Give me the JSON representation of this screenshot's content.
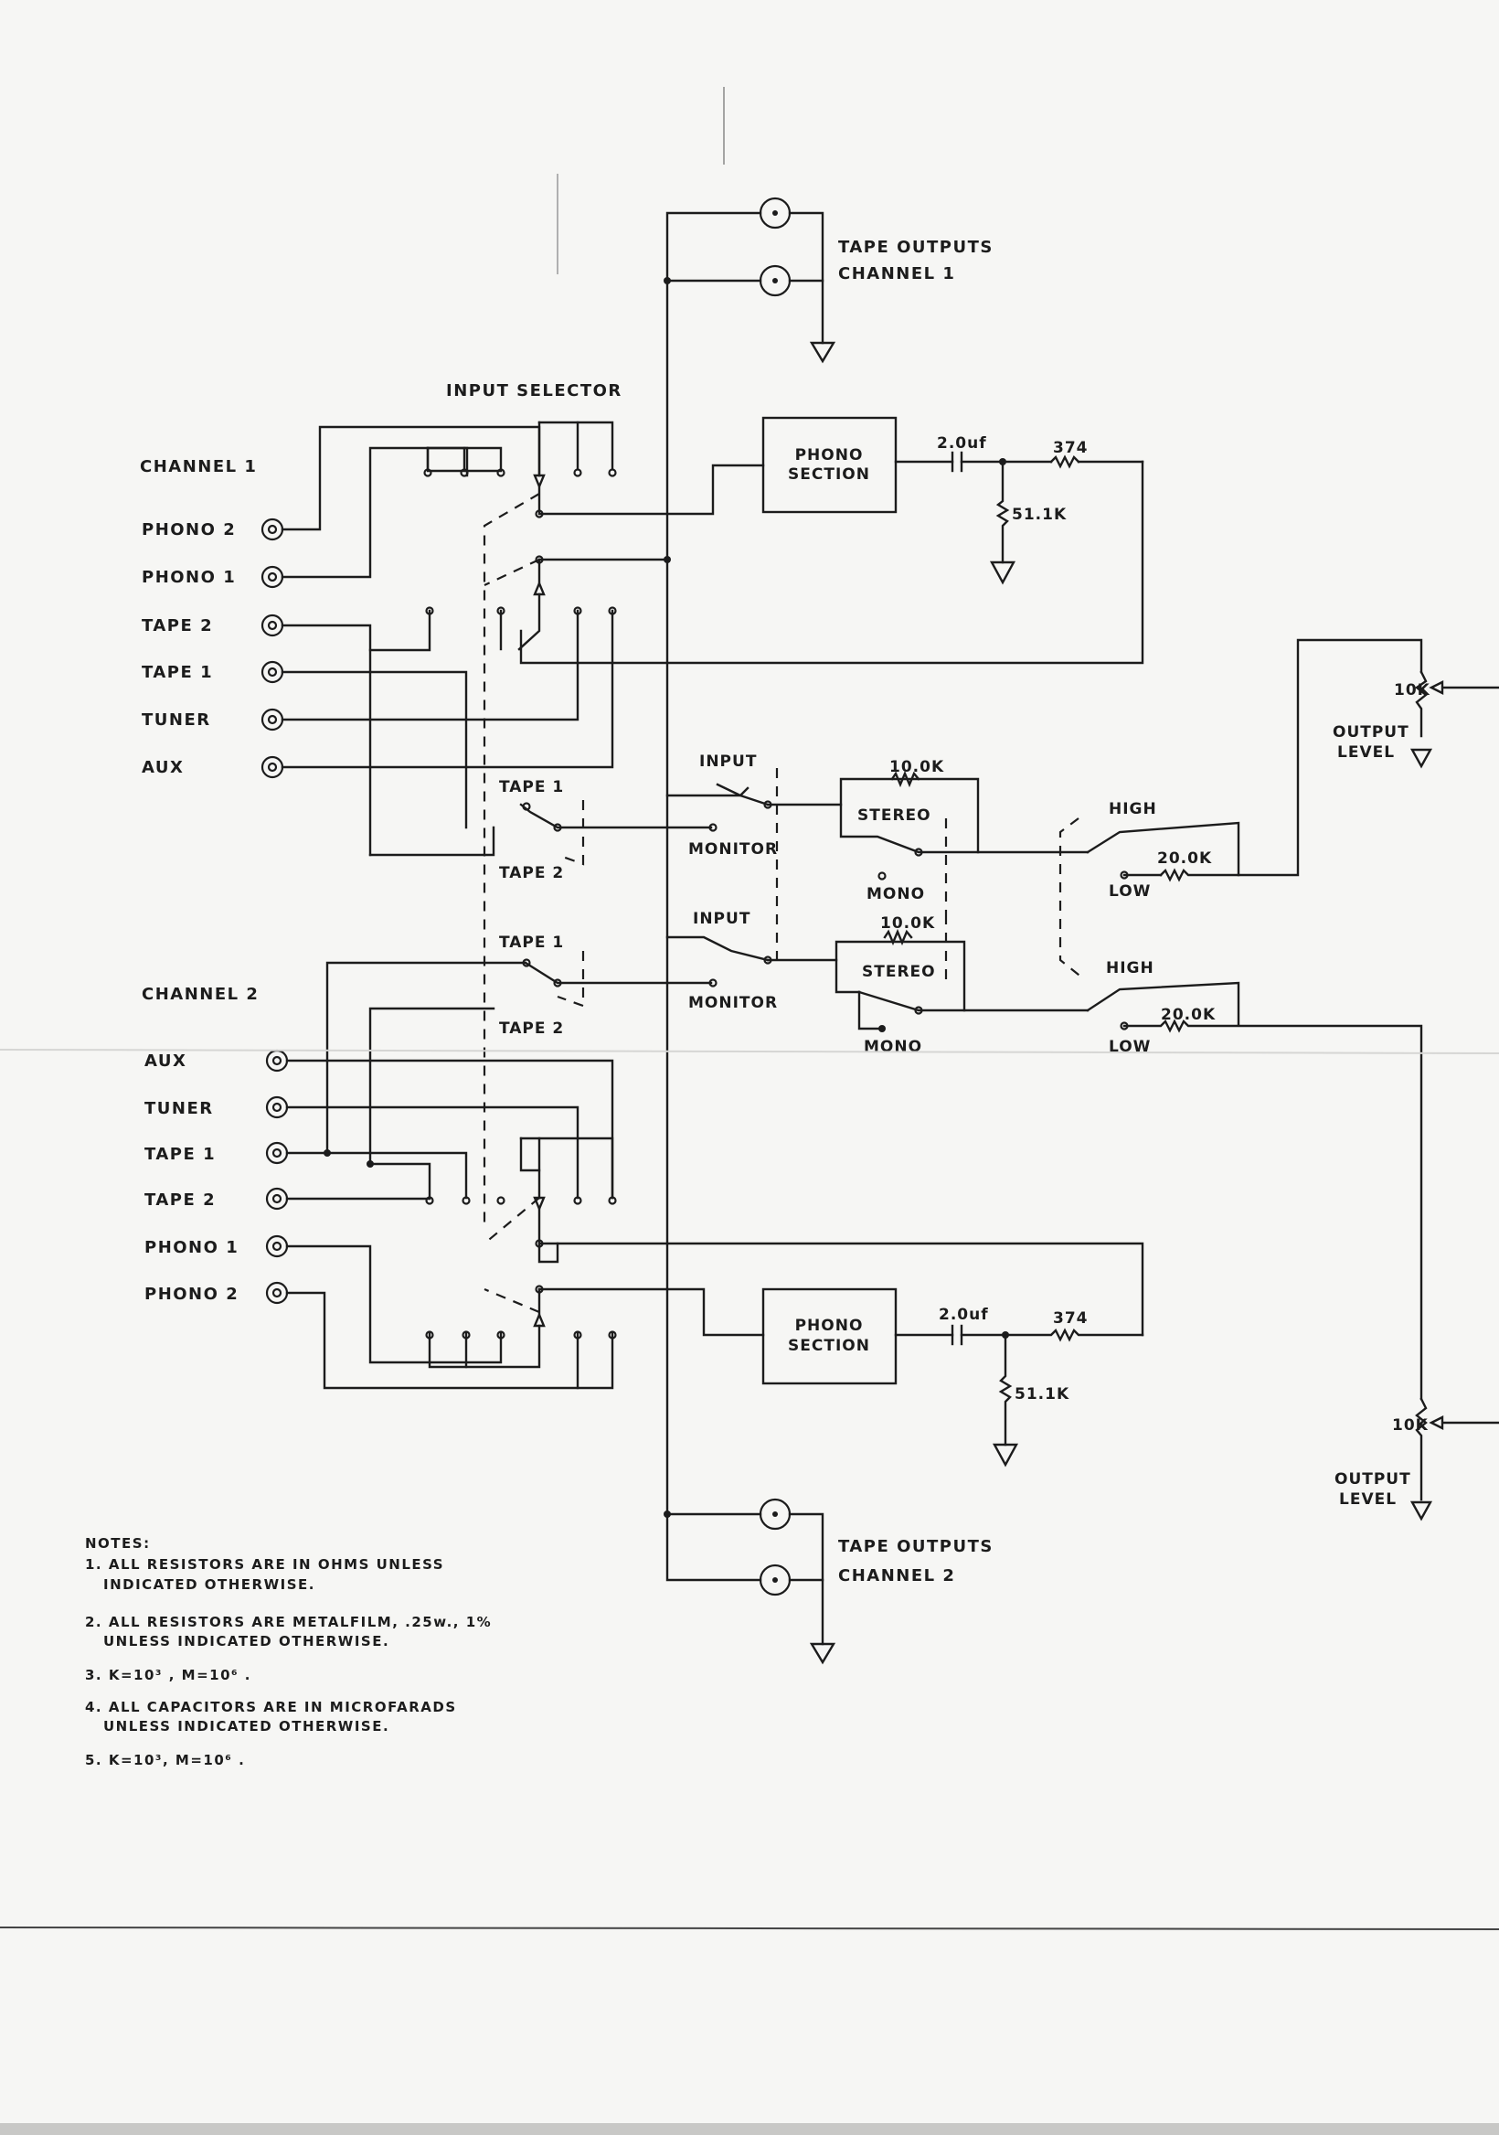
{
  "title": "INPUT SELECTOR",
  "channel_1": {
    "header": "CHANNEL 1",
    "inputs": [
      "PHONO 2",
      "PHONO 1",
      "TAPE 2",
      "TAPE 1",
      "TUNER",
      "AUX"
    ],
    "tape_outputs": [
      "TAPE OUTPUTS",
      "CHANNEL 1"
    ],
    "phono_section": [
      "PHONO",
      "SECTION"
    ],
    "capacitor": "2.0uf",
    "series_resistor": "374",
    "shunt_resistor": "51.1K",
    "monitor_switch": {
      "pole_a": "TAPE 1",
      "pole_b": "TAPE 2"
    },
    "input_monitor": {
      "pole_a": "INPUT",
      "pole_b": "MONITOR"
    },
    "stereo_mono": {
      "resistor": "10.0K",
      "pole_a": "STEREO",
      "pole_b": "MONO"
    },
    "high_low": {
      "pole_a": "HIGH",
      "pole_b": "LOW",
      "resistor": "20.0K"
    },
    "output_pot": "10K",
    "output_label": [
      "OUTPUT",
      "LEVEL"
    ]
  },
  "channel_2": {
    "header": "CHANNEL 2",
    "inputs": [
      "AUX",
      "TUNER",
      "TAPE 1",
      "TAPE 2",
      "PHONO 1",
      "PHONO 2"
    ],
    "tape_outputs": [
      "TAPE OUTPUTS",
      "CHANNEL 2"
    ],
    "phono_section": [
      "PHONO",
      "SECTION"
    ],
    "capacitor": "2.0uf",
    "series_resistor": "374",
    "shunt_resistor": "51.1K",
    "monitor_switch": {
      "pole_a": "TAPE 1",
      "pole_b": "TAPE 2"
    },
    "input_monitor": {
      "pole_a": "INPUT",
      "pole_b": "MONITOR"
    },
    "stereo_mono": {
      "resistor": "10.0K",
      "pole_a": "STEREO",
      "pole_b": "MONO"
    },
    "high_low": {
      "pole_a": "HIGH",
      "pole_b": "LOW",
      "resistor": "20.0K"
    },
    "output_pot": "10K",
    "output_label": [
      "OUTPUT",
      "LEVEL"
    ]
  },
  "notes": {
    "heading": "NOTES:",
    "lines": [
      "1. ALL  RESISTORS  ARE  IN  OHMS  UNLESS",
      "INDICATED  OTHERWISE.",
      "2. ALL  RESISTORS  ARE  METALFILM, .25w., 1%",
      "UNLESS  INDICATED  OTHERWISE.",
      "3. K=10³ ,  M=10⁶ .",
      "4. ALL  CAPACITORS  ARE  IN  MICROFARADS",
      "UNLESS  INDICATED  OTHERWISE.",
      "5. K=10³, M=10⁶ ."
    ]
  }
}
